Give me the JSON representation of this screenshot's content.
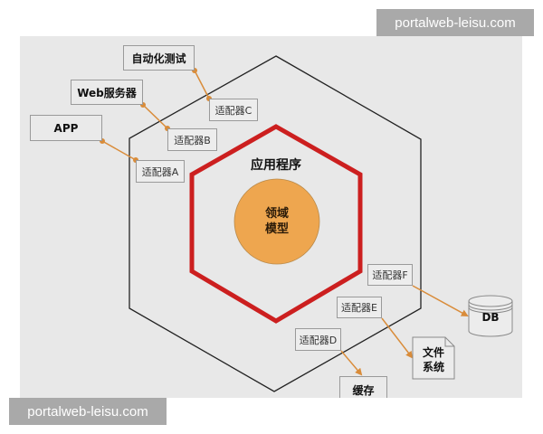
{
  "watermarks": {
    "top_right": "portalweb-leisu.com",
    "bottom_left": "portalweb-leisu.com"
  },
  "diagram": {
    "application_label": "应用程序",
    "domain_model": {
      "line1": "领域",
      "line2": "模型"
    },
    "external_systems": {
      "auto_test": "自动化测试",
      "web_server": "Web服务器",
      "app": "APP",
      "db": "DB",
      "file_system": {
        "line1": "文件",
        "line2": "系统"
      },
      "cache": "缓存"
    },
    "adapters": {
      "a": "适配器A",
      "b": "适配器B",
      "c": "适配器C",
      "d": "适配器D",
      "e": "适配器E",
      "f": "适配器F"
    },
    "colors": {
      "panel_bg": "#e8e8e8",
      "outer_hexagon": "#222222",
      "application_hexagon": "#cc1f1f",
      "domain_circle": "#eea64f",
      "connector": "#d98c3a",
      "watermark_bg": "#a9a9a9"
    }
  }
}
